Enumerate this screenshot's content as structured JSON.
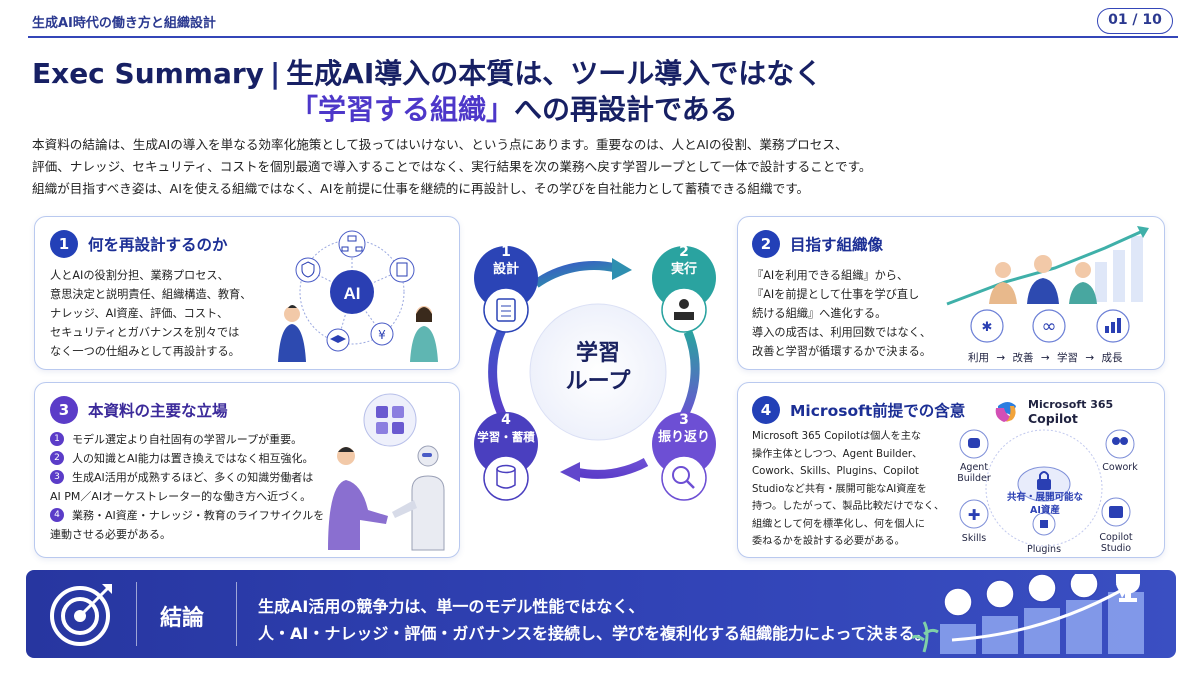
{
  "header": {
    "deck_title": "生成AI時代の働き方と組織設計",
    "page_number": "01 / 10"
  },
  "title": {
    "line1_lead": "Exec Summary",
    "line1_sep": "|",
    "line1_rest": "生成AI導入の本質は、ツール導入ではなく",
    "line2_highlight": "「学習する組織」",
    "line2_rest": "への再設計である"
  },
  "intro": [
    "本資料の結論は、生成AIの導入を単なる効率化施策として扱ってはいけない、という点にあります。重要なのは、人とAIの役割、業務プロセス、",
    "評価、ナレッジ、セキュリティ、コストを個別最適で導入することではなく、実行結果を次の業務へ戻す学習ループとして一体で設計することです。",
    "組織が目指すべき姿は、AIを使える組織ではなく、AIを前提に仕事を継続的に再設計し、その学びを自社能力として蓄積できる組織です。"
  ],
  "card1": {
    "number": "1",
    "title": "何を再設計するのか",
    "lines": [
      "人とAIの役割分担、業務プロセス、",
      "意思決定と説明責任、組織構造、教育、",
      "ナレッジ、AI資産、評価、コスト、",
      "セキュリティとガバナンスを別々では",
      "なく一つの仕組みとして再設計する。"
    ],
    "hub_label": "AI",
    "yen_symbol": "¥"
  },
  "card2": {
    "number": "2",
    "title": "目指す組織像",
    "lines": [
      "『AIを利用できる組織』から、",
      "『AIを前提として仕事を学び直し",
      "続ける組織』へ進化する。",
      "導入の成否は、利用回数ではなく、",
      "改善と学習が循環するかで決まる。"
    ],
    "flow": [
      "利用",
      "改善",
      "学習",
      "成長"
    ],
    "arrow": "→"
  },
  "card3": {
    "number": "3",
    "title": "本資料の主要な立場",
    "items": [
      {
        "n": "1",
        "lines": [
          "モデル選定より自社固有の学習ループが重要。"
        ]
      },
      {
        "n": "2",
        "lines": [
          "人の知識とAI能力は置き換えではなく相互強化。"
        ]
      },
      {
        "n": "3",
        "lines": [
          "生成AI活用が成熟するほど、多くの知識労働者は",
          "AI PM／AIオーケストレーター的な働き方へ近づく。"
        ]
      },
      {
        "n": "4",
        "lines": [
          "業務・AI資産・ナレッジ・教育のライフサイクルを",
          "連動させる必要がある。"
        ]
      }
    ]
  },
  "card4": {
    "number": "4",
    "title": "Microsoft前提での含意",
    "lines": [
      "Microsoft 365 Copilotは個人を主な",
      "操作主体としつつ、Agent Builder、",
      "Cowork、Skills、Plugins、Copilot",
      "Studioなど共有・展開可能なAI資産を",
      "持つ。したがって、製品比較だけでなく、",
      "組織として何を標準化し、何を個人に",
      "委ねるかを設計する必要がある。"
    ],
    "product_line1": "Microsoft 365",
    "product_line2": "Copilot",
    "center_line1": "共有・展開可能な",
    "center_line2": "AI資産",
    "agent_builder_1": "Agent",
    "agent_builder_2": "Builder",
    "cowork": "Cowork",
    "skills": "Skills",
    "plugins": "Plugins",
    "studio_1": "Copilot",
    "studio_2": "Studio"
  },
  "loop": {
    "center_line1": "学習",
    "center_line2": "ループ",
    "steps": [
      {
        "n": "1",
        "label": "設計"
      },
      {
        "n": "2",
        "label": "実行"
      },
      {
        "n": "3",
        "label": "振り返り"
      },
      {
        "n": "4",
        "label": "学習・蓄積"
      }
    ]
  },
  "conclusion": {
    "label": "結論",
    "line1": "生成AI活用の競争力は、単一のモデル性能ではなく、",
    "line2": "人・AI・ナレッジ・評価・ガバナンスを接続し、学びを複利化する組織能力によって決まる。"
  },
  "colors": {
    "navy": "#172064",
    "accent_purple": "#4d37c9",
    "blue": "#2340b7",
    "teal": "#2aa3a0",
    "purple": "#5b3cc8"
  }
}
